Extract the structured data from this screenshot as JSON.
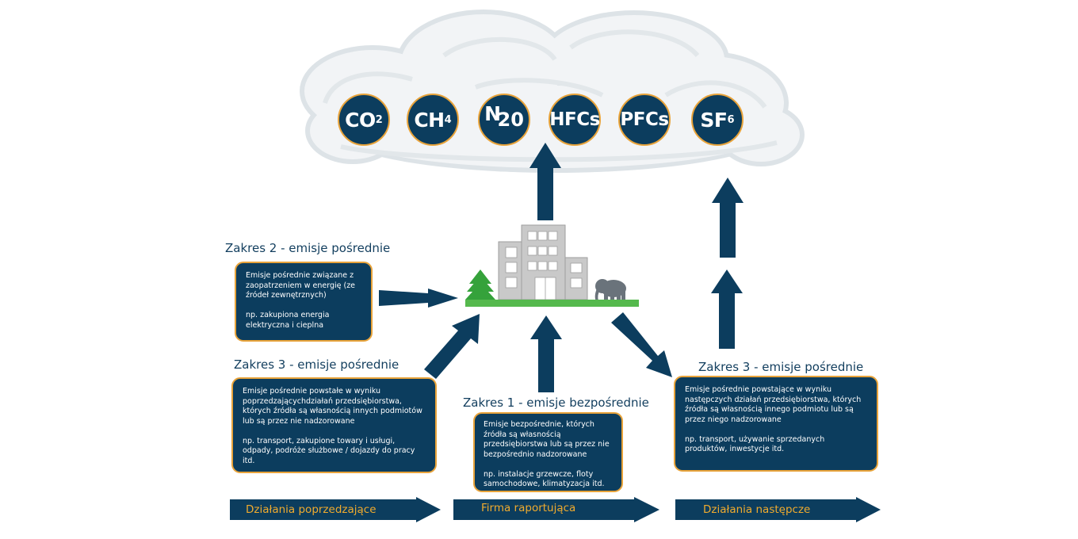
{
  "gases": [
    {
      "main": "CO",
      "sub": "2"
    },
    {
      "main": "CH",
      "sub": "4"
    },
    {
      "main": "N",
      "sub": "20"
    },
    {
      "main": "HFCs",
      "sub": ""
    },
    {
      "main": "PFCs",
      "sub": ""
    },
    {
      "main": "SF",
      "sub": "6"
    }
  ],
  "scope2": {
    "heading": "Zakres 2 - emisje pośrednie",
    "text1": "Emisje pośrednie związane z zaopatrzeniem w energię (ze źródeł zewnętrznych)",
    "text2": "np. zakupiona energia elektryczna i cieplna"
  },
  "scope3_upstream": {
    "heading": "Zakres 3 - emisje pośrednie",
    "text1": "Emisje pośrednie powstałe w wyniku poprzedzającychdziałań przedsiębiorstwa, których źródła są własnością innych podmiotów lub są przez nie nadzorowane",
    "text2": "np. transport, zakupione towary i usługi, odpady, podróże służbowe / dojazdy do pracy itd."
  },
  "scope1": {
    "heading": "Zakres 1 - emisje bezpośrednie",
    "text1": "Emisje bezpośrednie, których źródła są własnością przedsiębiorstwa lub są przez nie bezpośrednio nadzorowane",
    "text2": "np. instalacje grzewcze, floty samochodowe, klimatyzacja itd."
  },
  "scope3_downstream": {
    "heading": "Zakres 3 - emisje pośrednie",
    "text1": "Emisje pośrednie powstające w wyniku następczych działań przedsiębiorstwa, których źródła są własnością innego podmiotu lub są przez niego nadzorowane",
    "text2": "np. transport, używanie sprzedanych produktów, inwestycje itd."
  },
  "flow": {
    "upstream": "Działania poprzedzające",
    "reporting": "Firma raportująca",
    "downstream": "Działania następcze"
  },
  "colors": {
    "navy": "#0c3d5e",
    "orange_border": "#e8a33a",
    "label_orange": "#f0ab2e",
    "cloud": "#eef1f3",
    "building": "#c8c8c8",
    "ground": "#55b94d",
    "tree": "#35a23b",
    "elephant": "#6a737b"
  }
}
